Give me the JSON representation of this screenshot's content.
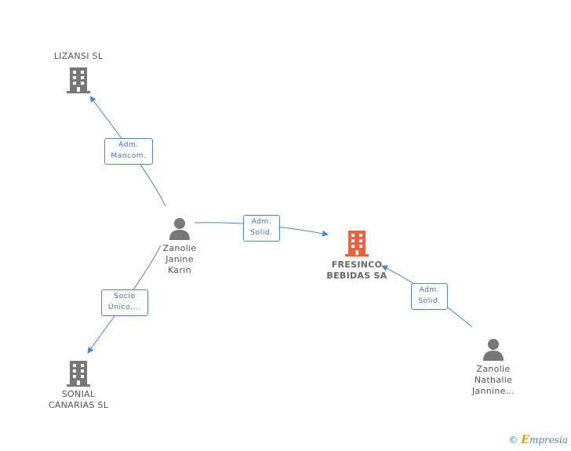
{
  "nodes": {
    "lizansi": {
      "label": "LIZANSI  SL"
    },
    "fresinco": {
      "label": "FRESINCO\nBEBIDAS SA"
    },
    "zanolie_janine": {
      "label": "Zanolie\nJanine\nKarin"
    },
    "zanolie_nathalie": {
      "label": "Zanolie\nNathalie\nJannine..."
    },
    "sonial": {
      "label": "SONIAL\nCANARIAS SL"
    }
  },
  "relations": {
    "r1": {
      "label": "Adm.\nMancom."
    },
    "r2": {
      "label": "Adm.\nSolid."
    },
    "r3": {
      "label": "Socio\nÚnico,..."
    },
    "r4": {
      "label": "Adm.\nSolid."
    }
  },
  "colors": {
    "edge": "#4a86d4",
    "company": "#777777",
    "main_company": "#f0603a",
    "person": "#777777"
  },
  "footer": {
    "copyright": "©",
    "brand_e": "E",
    "brand_rest": "mpresia"
  }
}
